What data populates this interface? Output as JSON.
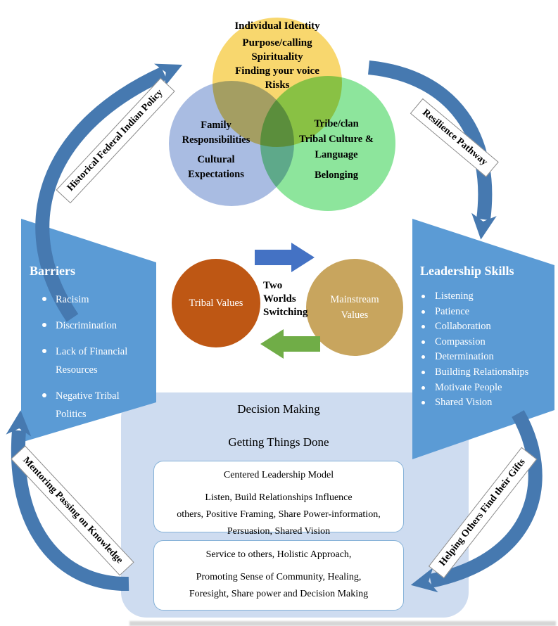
{
  "venn": {
    "top": {
      "title": "Individual Identity",
      "lines": [
        "Purpose/calling",
        "Spirituality",
        "Finding your voice",
        "Risks"
      ],
      "color": "#F8D76E"
    },
    "left": {
      "lines": [
        "Family",
        "Responsibilities",
        "Cultural",
        "Expectations"
      ],
      "color": "#A9BCE2"
    },
    "right": {
      "lines": [
        "Tribe/clan",
        "Tribal Culture &",
        "Language",
        "Belonging"
      ],
      "color": "#8DE59C"
    }
  },
  "pathways": {
    "top_left": "Historical Federal Indian Policy",
    "top_right": "Resilience Pathway",
    "bottom_left": "Mentoring Passing on Knowledge",
    "bottom_right": "Helping Others Find their Gifts",
    "arrow_color": "#4679B0"
  },
  "barriers": {
    "title": "Barriers",
    "items": [
      "Racisim",
      "Discrimination",
      "Lack of Financial Resources",
      "Negative Tribal Politics"
    ],
    "panel_color": "#5B9BD5"
  },
  "leadership": {
    "title": "Leadership Skills",
    "items": [
      "Listening",
      "Patience",
      "Collaboration",
      "Compassion",
      "Determination",
      "Building Relationships",
      "Motivate People",
      "Shared Vision"
    ],
    "panel_color": "#5B9BD5"
  },
  "two_worlds": {
    "left_circle_label": "Tribal Values",
    "left_circle_color": "#BE5714",
    "right_circle_line1": "Mainstream",
    "right_circle_line2": "Values",
    "right_circle_color": "#C8A55E",
    "center_lines": [
      "Two",
      "Worlds",
      "Switching"
    ],
    "right_arrow_color": "#4472C4",
    "left_arrow_color": "#70AD47"
  },
  "decision": {
    "title1": "Decision Making",
    "title2": "Getting Things Done",
    "panel_color": "#CEDCF0",
    "box1": {
      "title": "Centered Leadership Model",
      "lines": [
        "Listen, Build Relationships Influence",
        "others, Positive Framing, Share Power-information,",
        "Persuasion, Shared Vision"
      ]
    },
    "box2": {
      "lines": [
        "Service to others, Holistic Approach,",
        "Promoting Sense of Community, Healing,",
        "Foresight, Share power and Decision Making"
      ]
    }
  }
}
